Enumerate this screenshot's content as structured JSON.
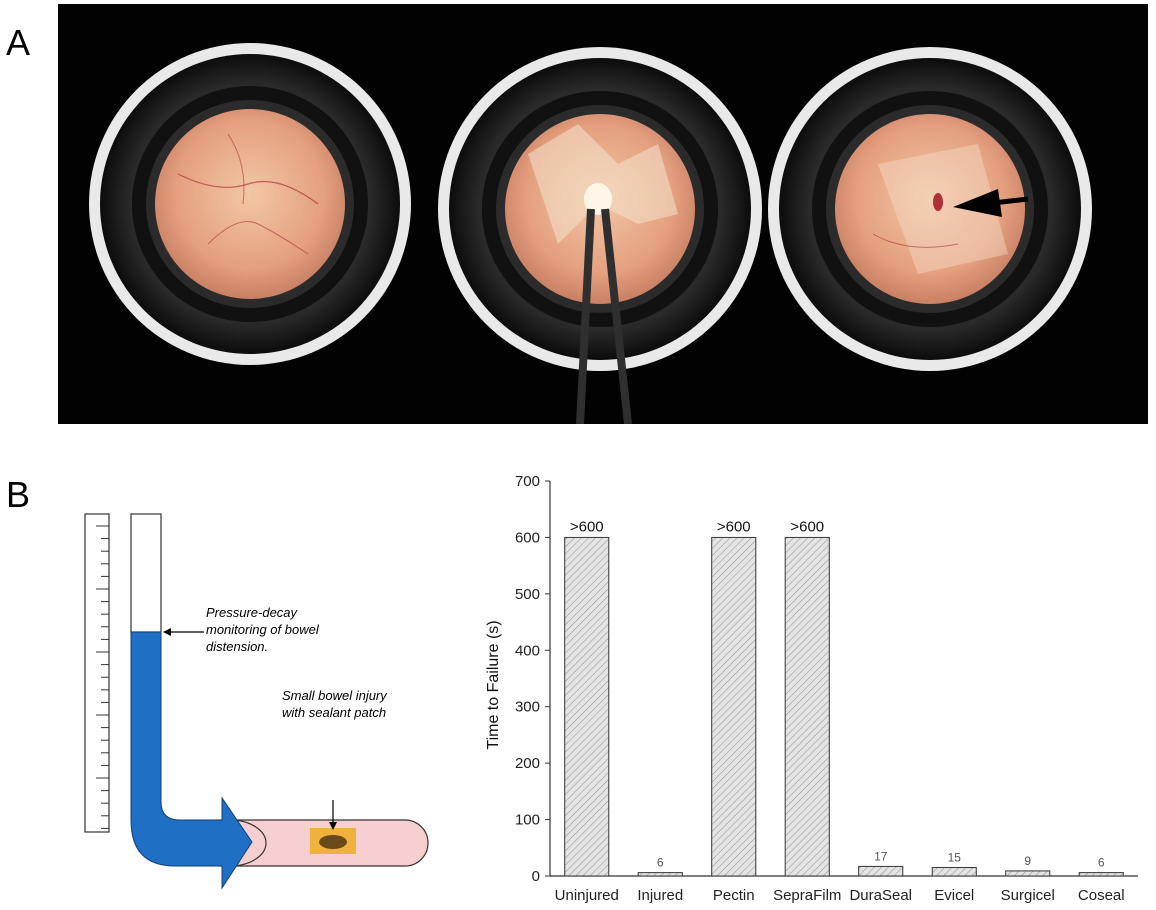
{
  "panel_labels": {
    "a": "A",
    "b": "B"
  },
  "schematic": {
    "pressure_annotation": "Pressure-decay monitoring of bowel distension.",
    "injury_annotation": "Small bowel injury with sealant patch",
    "colors": {
      "fluid": "#1f6fc4",
      "bowel": "#f7cfd0",
      "patch": "#f0b23c"
    }
  },
  "chart_data": {
    "type": "bar",
    "categories": [
      "Uninjured",
      "Injured",
      "Pectin",
      "SepraFilm",
      "DuraSeal",
      "Evicel",
      "Surgicel",
      "Coseal"
    ],
    "values": [
      600,
      6,
      600,
      600,
      17,
      15,
      9,
      6
    ],
    "data_labels": [
      ">600",
      "6",
      ">600",
      ">600",
      "17",
      "15",
      "9",
      "6"
    ],
    "ylabel": "Time to Failure (s)",
    "ylim": [
      0,
      700
    ],
    "yticks": [
      0,
      100,
      200,
      300,
      400,
      500,
      600,
      700
    ],
    "grid": false,
    "bar_fill": "hatched-gray"
  }
}
